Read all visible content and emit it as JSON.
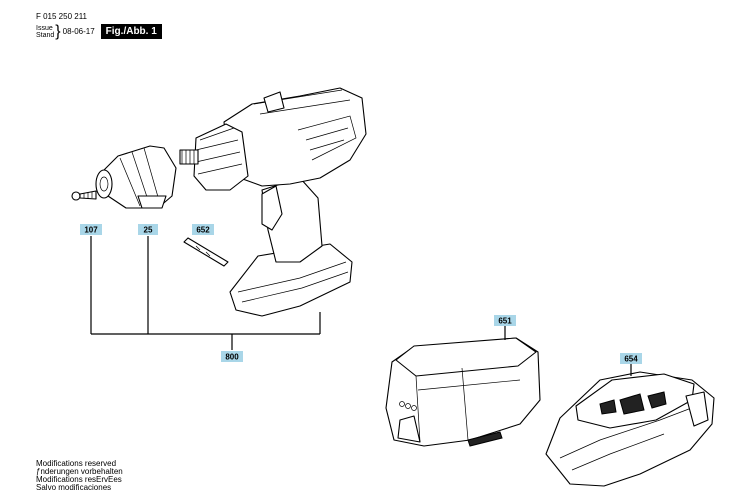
{
  "header": {
    "doc_number": "F 015 250 211",
    "issue_label": "Issue",
    "stand_label": "Stand",
    "date": "08-06-17",
    "figure_label": "Fig./Abb. 1"
  },
  "parts": [
    {
      "id": "107"
    },
    {
      "id": "25"
    },
    {
      "id": "652"
    },
    {
      "id": "800"
    },
    {
      "id": "651"
    },
    {
      "id": "654"
    }
  ],
  "footer": {
    "lines": [
      "Modifications reserved",
      "ƒnderungen vorbehalten",
      "Modifications resErvEes",
      "Salvo modificaciones"
    ]
  }
}
